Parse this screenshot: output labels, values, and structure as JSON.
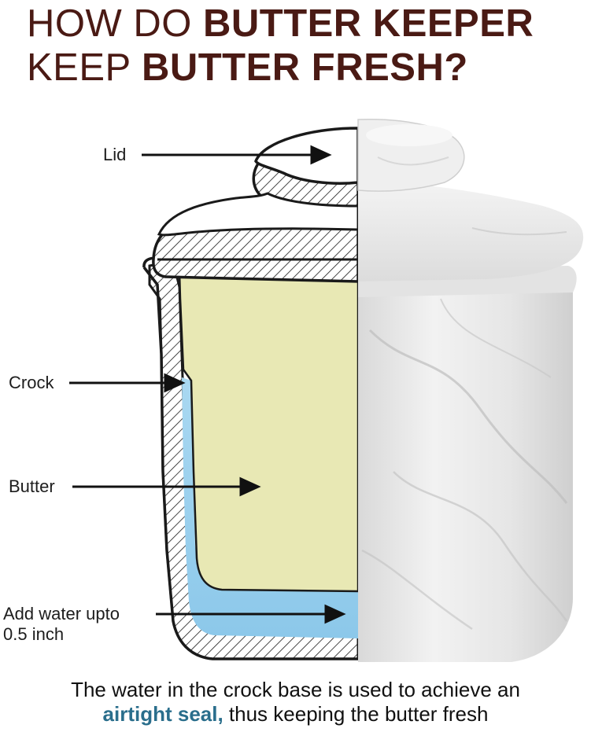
{
  "title": {
    "line1_light": "HOW DO ",
    "line1_bold": "BUTTER KEEPER",
    "line2_light": "KEEP ",
    "line2_bold": "BUTTER FRESH",
    "line2_end": "?"
  },
  "labels": {
    "lid": "Lid",
    "crock": "Crock",
    "butter": "Butter",
    "water_line1": "Add water upto",
    "water_line2": "0.5 inch"
  },
  "caption": {
    "line1": "The water in the crock base is used to achieve an",
    "accent": "airtight seal,",
    "rest": " thus keeping the butter fresh"
  },
  "colors": {
    "title": "#4a1a14",
    "butter": "#e8e8b4",
    "water": "#9ed2ef",
    "accent": "#2a6e8c",
    "marble": "#e9e9e9"
  }
}
